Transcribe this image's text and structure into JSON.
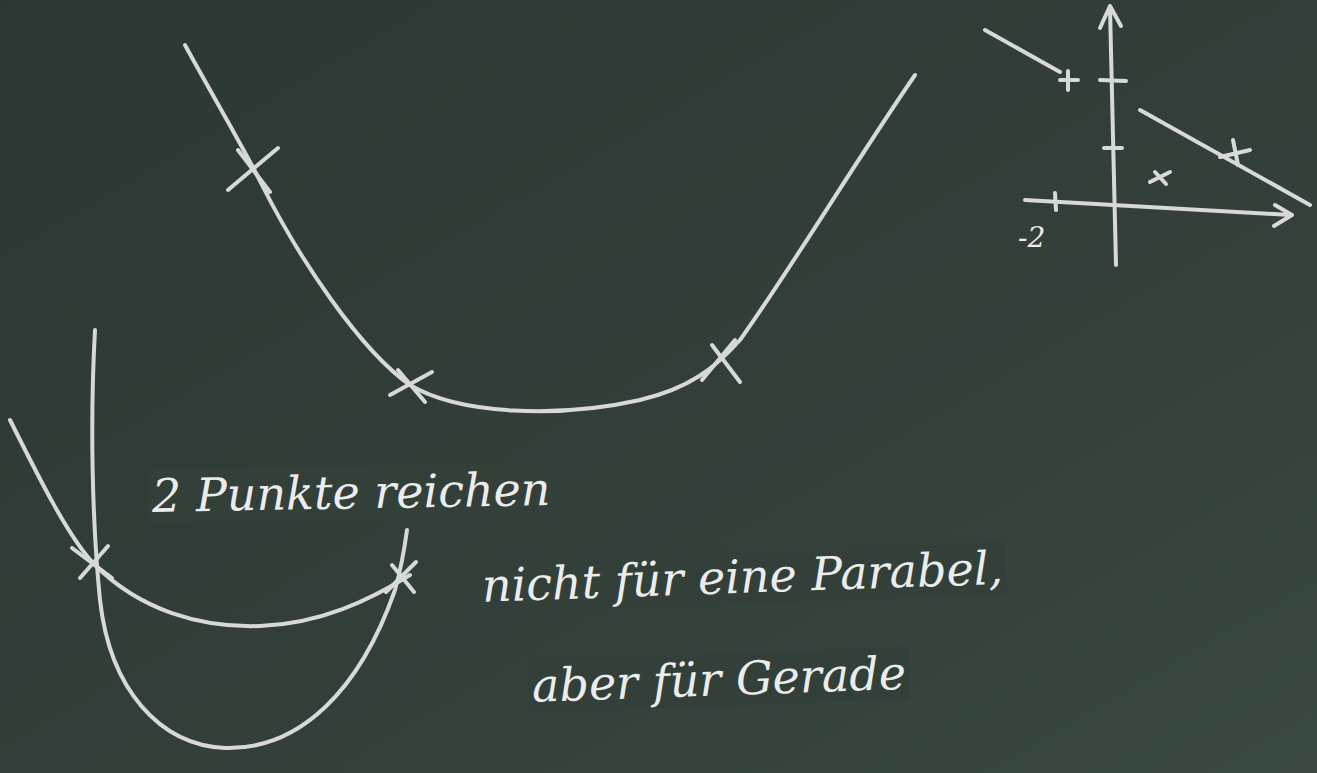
{
  "diagram": {
    "labels": [
      "2 Punkte reichen",
      "nicht für eine Parabel,",
      "aber für Gerade",
      "-2"
    ]
  }
}
